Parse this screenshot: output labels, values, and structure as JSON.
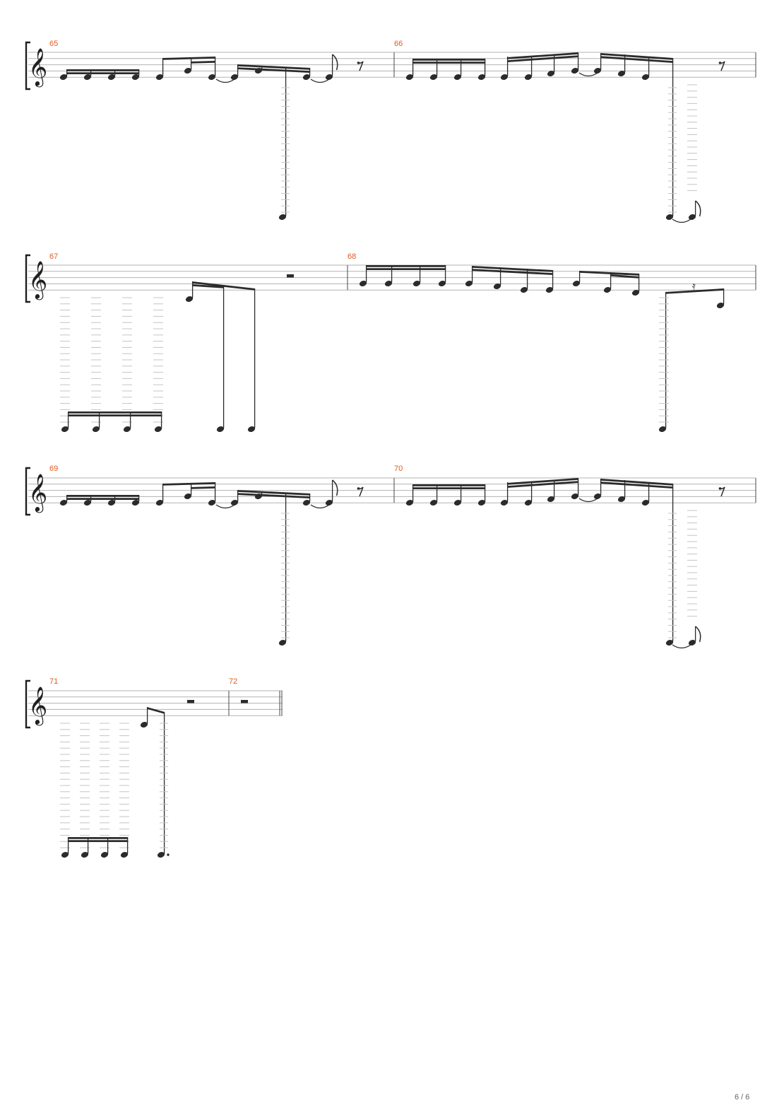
{
  "page": {
    "number_label": "6 / 6"
  },
  "score": {
    "clef": "treble",
    "clef_icon": "treble-clef-icon",
    "systems": [
      {
        "measures": [
          {
            "number": "65"
          },
          {
            "number": "66"
          }
        ]
      },
      {
        "measures": [
          {
            "number": "67"
          },
          {
            "number": "68"
          }
        ]
      },
      {
        "measures": [
          {
            "number": "69"
          },
          {
            "number": "70"
          }
        ]
      },
      {
        "measures": [
          {
            "number": "71"
          },
          {
            "number": "72"
          }
        ]
      }
    ],
    "colors": {
      "measure_number": "#e05a1e",
      "staff": "#b3b3b3",
      "ink": "#2b2b2b"
    }
  }
}
